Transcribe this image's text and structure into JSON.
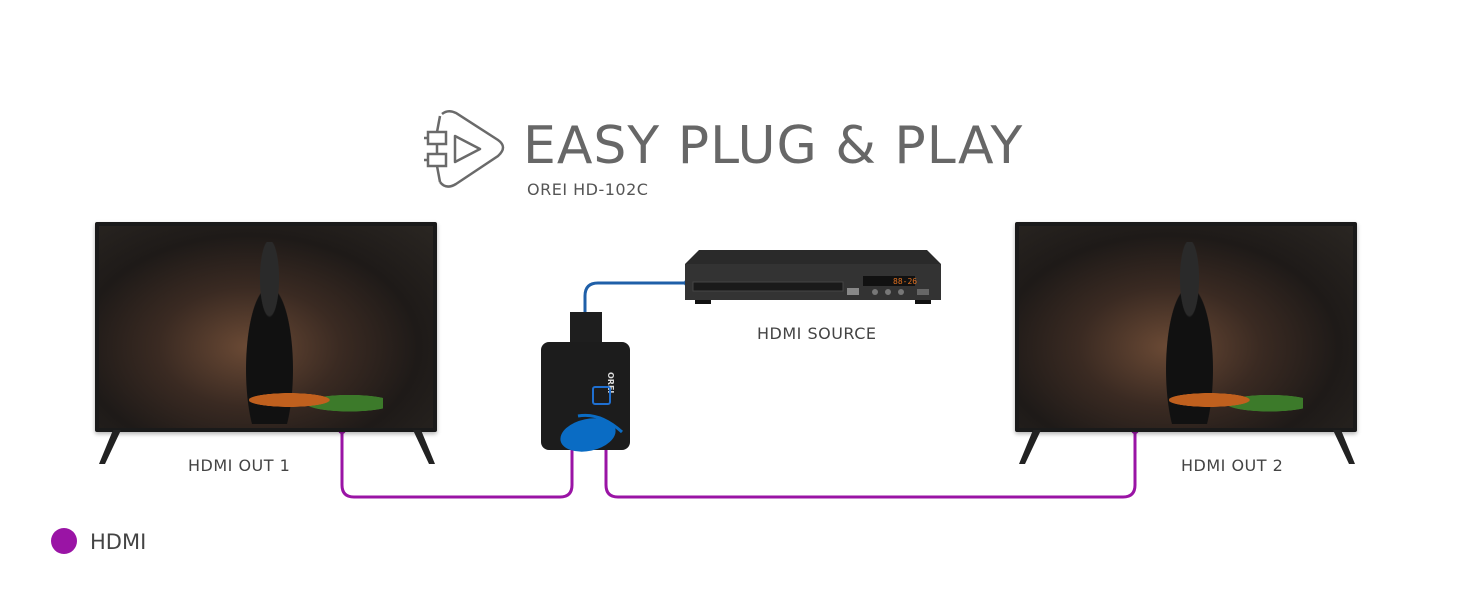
{
  "header": {
    "title": "EASY PLUG & PLAY",
    "subtitle": "OREI HD-102C",
    "icon": "plug-play-icon"
  },
  "devices": {
    "tv_left_label": "HDMI OUT 1",
    "tv_right_label": "HDMI OUT 2",
    "source_label": "HDMI SOURCE",
    "dvd_display": "88-26",
    "splitter_brand": "OREI"
  },
  "legend": {
    "items": [
      {
        "label": "HDMI",
        "color": "#9a14a5"
      }
    ]
  },
  "colors": {
    "hdmi_cable": "#9a14a5",
    "source_cable": "#1f5fa8",
    "accent_blue": "#0a6cc4"
  }
}
